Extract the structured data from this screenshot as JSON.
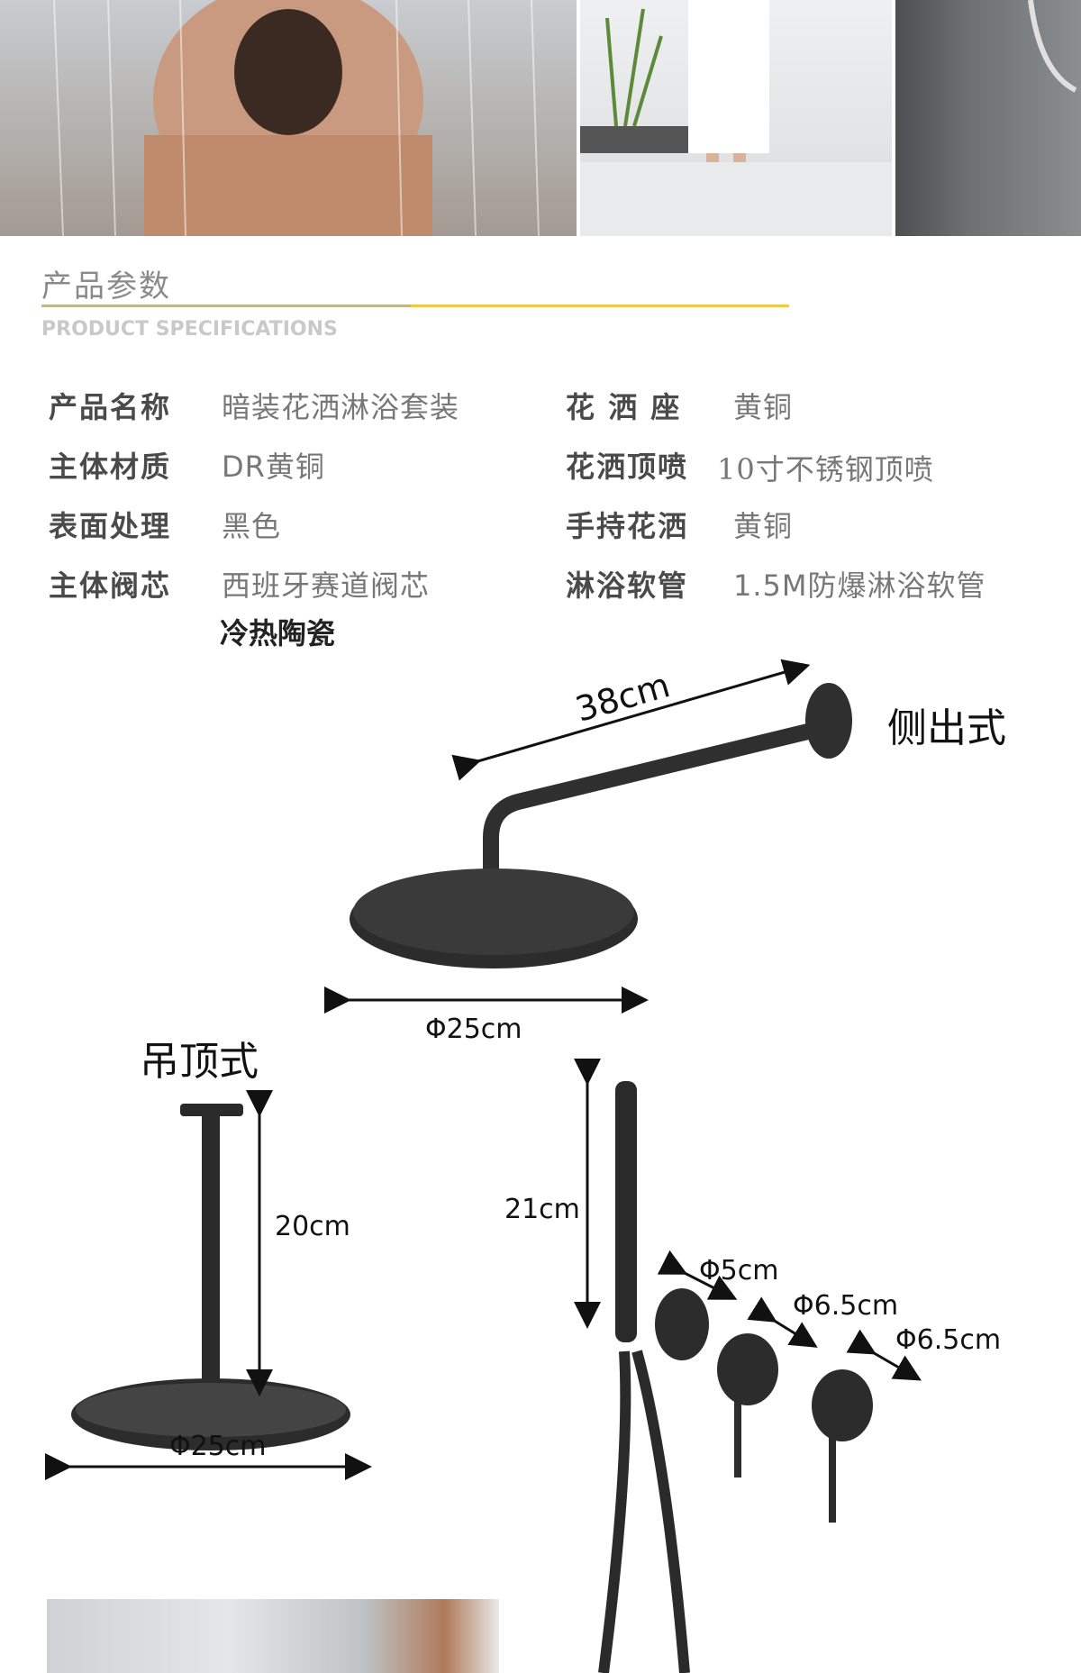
{
  "section": {
    "title": "产品参数",
    "subtitle": "PRODUCT SPECIFICATIONS"
  },
  "specs": {
    "left": [
      {
        "key": "产品名称",
        "value": "暗装花洒淋浴套装"
      },
      {
        "key": "主体材质",
        "value": "DR黄铜"
      },
      {
        "key": "表面处理",
        "value": "黑色"
      },
      {
        "key": "主体阀芯",
        "value": "西班牙赛道阀芯",
        "value2": "冷热陶瓷"
      }
    ],
    "right": [
      {
        "key": "花 洒 座",
        "value": "黄铜"
      },
      {
        "key": "花洒顶喷",
        "value": "10寸不锈钢顶喷"
      },
      {
        "key": "手持花洒",
        "value": "黄铜"
      },
      {
        "key": "淋浴软管",
        "value": "1.5M防爆淋浴软管"
      }
    ]
  },
  "diagram": {
    "side_label": "侧出式",
    "side_arm_length": "38cm",
    "side_head_diameter": "Φ25cm",
    "ceiling_label": "吊顶式",
    "ceiling_pipe_length": "20cm",
    "ceiling_head_diameter": "Φ25cm",
    "handheld_length": "21cm",
    "holder_diameter": "Φ5cm",
    "valve1_diameter": "Φ6.5cm",
    "valve2_diameter": "Φ6.5cm"
  }
}
